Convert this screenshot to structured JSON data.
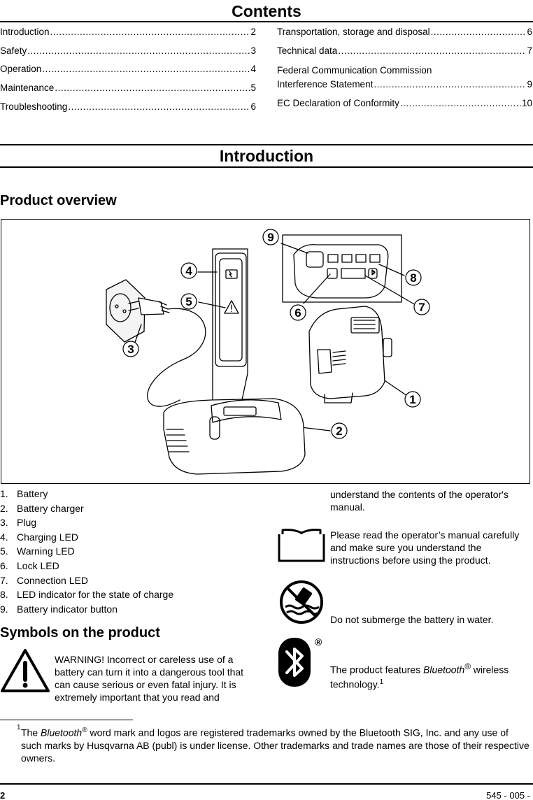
{
  "contents": {
    "title": "Contents",
    "left": [
      {
        "title": "Introduction",
        "page": "2"
      },
      {
        "title": "Safety",
        "page": "3"
      },
      {
        "title": "Operation",
        "page": "4"
      },
      {
        "title": "Maintenance",
        "page": "5"
      },
      {
        "title": "Troubleshooting",
        "page": "6"
      }
    ],
    "right": [
      {
        "title": "Transportation, storage and disposal",
        "page": "6"
      },
      {
        "title": "Technical data",
        "page": "7"
      },
      {
        "title": "Federal Communication Commission",
        "page": ""
      },
      {
        "title": "Interference Statement",
        "page": "9"
      },
      {
        "title": "EC Declaration of Conformity",
        "page": "10"
      }
    ]
  },
  "section_title": "Introduction",
  "product_overview": {
    "heading": "Product overview",
    "callouts": [
      "9",
      "4",
      "5",
      "8",
      "6",
      "7",
      "3",
      "1",
      "2"
    ],
    "parts": [
      {
        "num": "1.",
        "label": "Battery"
      },
      {
        "num": "2.",
        "label": "Battery charger"
      },
      {
        "num": "3.",
        "label": "Plug"
      },
      {
        "num": "4.",
        "label": "Charging LED"
      },
      {
        "num": "5.",
        "label": "Warning LED"
      },
      {
        "num": "6.",
        "label": "Lock LED"
      },
      {
        "num": "7.",
        "label": "Connection LED"
      },
      {
        "num": "8.",
        "label": "LED indicator for the state of charge"
      },
      {
        "num": "9.",
        "label": "Battery indicator button"
      }
    ]
  },
  "symbols": {
    "heading": "Symbols on the product",
    "warning_text": "WARNING! Incorrect or careless use of a battery can turn it into a dangerous tool that can cause serious or even fatal injury. It is extremely important that you read and",
    "warning_cont": "understand the contents of the operator's manual.",
    "manual_text": "Please read the operator’s manual carefully and make sure you understand the instructions before using the product.",
    "water_text": "Do not submerge the battery in water.",
    "bt_pre": "The product features ",
    "bt_brand": "Bluetooth",
    "bt_reg": "®",
    "bt_post": " wireless technology.",
    "bt_ref": "1"
  },
  "footnote": {
    "mark": "1",
    "pre": "The ",
    "brand": "Bluetooth",
    "reg": "®",
    "text": " word mark and logos are registered trademarks owned by the Bluetooth SIG, Inc. and any use of such marks by Husqvarna AB (publ) is under license. Other trademarks and trade names are those of their respective owners."
  },
  "footer": {
    "page": "2",
    "code": "545 - 005 -"
  }
}
